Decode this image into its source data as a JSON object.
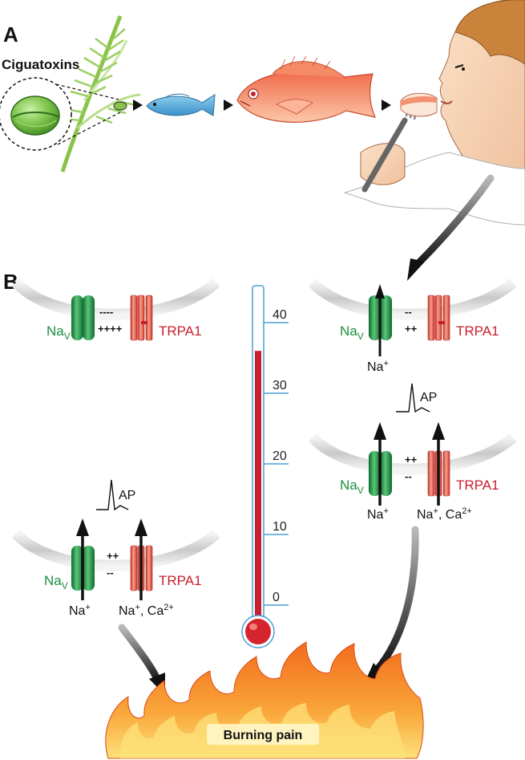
{
  "panels": {
    "a": "A",
    "b": "B"
  },
  "toxin_label": "Ciguatoxins",
  "channels": {
    "nav": "Na",
    "nav_sub": "V",
    "trpa1": "TRPA1"
  },
  "charges": {
    "resting_top": "----",
    "resting_bottom": "++++",
    "low_top": "--",
    "low_bottom": "++",
    "depol_top": "++",
    "depol_bottom": "--"
  },
  "ions": {
    "na_base": "Na",
    "plus": "+",
    "mixed_base": "Na",
    "mixed_plus": "+",
    "ca_text": ", Ca",
    "ca_charge": "2+"
  },
  "ap_label": "AP",
  "thermometer": {
    "ticks": [
      "40",
      "30",
      "20",
      "10",
      "0"
    ],
    "fill_level": 36,
    "min": 0,
    "max": 40
  },
  "pain_label": "Burning pain",
  "colors": {
    "nav": "#1a8f3c",
    "trpa1": "#c8202e",
    "thermo_blue": "#4a9fd4",
    "thermo_red": "#c8202e",
    "flame": "#f07a2a"
  }
}
